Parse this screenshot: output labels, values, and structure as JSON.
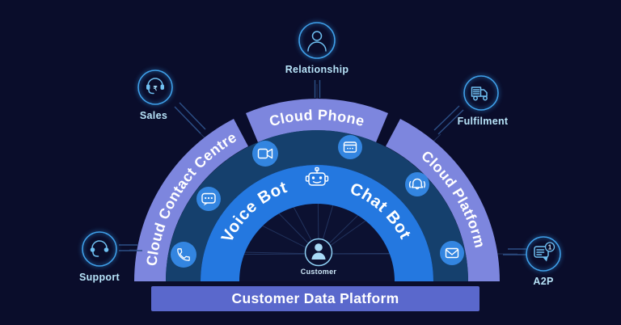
{
  "rings": {
    "outer_left_label": "Cloud Contact Centre",
    "outer_top_label": "Cloud Phone",
    "outer_right_label": "Cloud Platform",
    "bots_left_label": "Voice Bot",
    "bots_right_label": "Chat Bot"
  },
  "center": {
    "label": "Customer",
    "icon": "person-icon"
  },
  "bottom_bar": {
    "label": "Customer Data Platform"
  },
  "satellites": [
    {
      "id": "relationship",
      "label": "Relationship",
      "icon": "person-icon"
    },
    {
      "id": "sales",
      "label": "Sales",
      "icon": "sales-headset-icon",
      "currency_symbol": "₹"
    },
    {
      "id": "fulfilment",
      "label": "Fulfilment",
      "icon": "delivery-truck-icon"
    },
    {
      "id": "support",
      "label": "Support",
      "icon": "support-headset-icon"
    },
    {
      "id": "a2p",
      "label": "A2P",
      "icon": "message-notification-icon",
      "badge": "1"
    }
  ],
  "channel_icons": [
    "phone-call-icon",
    "chat-dots-icon",
    "video-camera-icon",
    "browser-window-icon",
    "ringing-phone-icon",
    "email-icon"
  ],
  "colors": {
    "background": "#0a0d2b",
    "outer_band": "#7d86de",
    "channels_ring": "#15406d",
    "bots_ring": "#2478e0",
    "inner_core": "#0c1131",
    "icon_circle": "#3385e0",
    "bottom_bar": "#5a68cc",
    "satellite_stroke": "#3f9fe8",
    "label_text": "#b7e3f8",
    "text_white": "#ffffff"
  }
}
